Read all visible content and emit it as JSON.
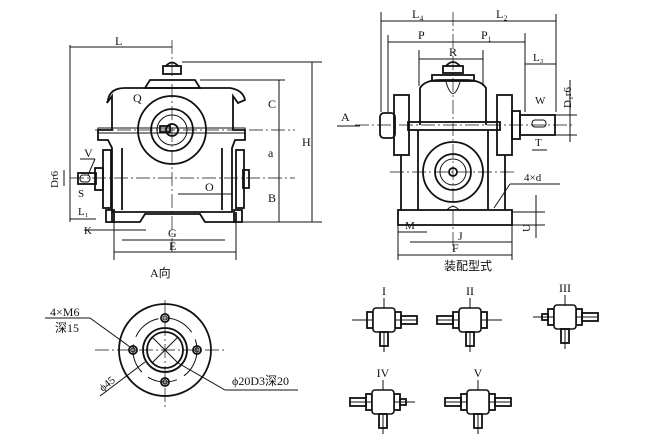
{
  "side_view": {
    "caption": "A向",
    "labels": {
      "L": "L",
      "Q": "Q",
      "C": "C",
      "H": "H",
      "a": "a",
      "V": "V",
      "Dr6": "Dr6",
      "S": "S",
      "L1": "L₁",
      "O": "O",
      "B": "B",
      "K": "K",
      "G": "G",
      "E": "E"
    }
  },
  "front_view": {
    "caption": "装配型式",
    "labels": {
      "L4": "L₄",
      "L2": "L₂",
      "P": "P",
      "P1": "P₁",
      "R": "R",
      "L3": "L₃",
      "A": "A",
      "W": "W",
      "D1r6": "D₁r6",
      "T": "T",
      "holes": "4×d",
      "U": "U",
      "M": "M",
      "J": "J",
      "F": "F"
    }
  },
  "flange_view": {
    "thread_label": "4×M6",
    "thread_depth": "深15",
    "bolt_circle": "ϕ45",
    "bore": "ϕ20D3深20"
  },
  "assembly_types": [
    "I",
    "II",
    "III",
    "IV",
    "V"
  ]
}
